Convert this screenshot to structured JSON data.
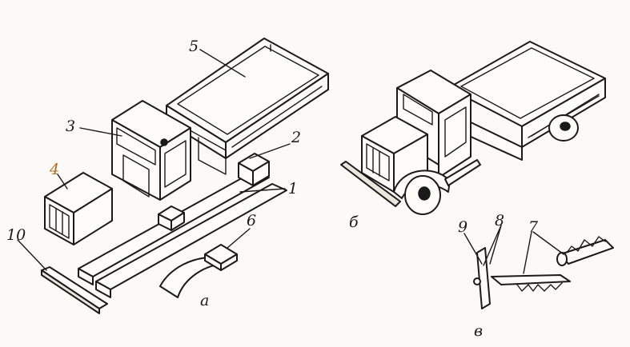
{
  "labels": {
    "n1": "1",
    "n2": "2",
    "n3": "3",
    "n4": "4",
    "n5": "5",
    "n6": "6",
    "n7": "7",
    "n8": "8",
    "n9": "9",
    "n10": "10",
    "sub_a": "а",
    "sub_b": "б",
    "sub_v": "в"
  },
  "colors": {
    "ink": "#1a1a1a",
    "paper": "#fbfaf6",
    "label_4": "#b36a1e"
  }
}
